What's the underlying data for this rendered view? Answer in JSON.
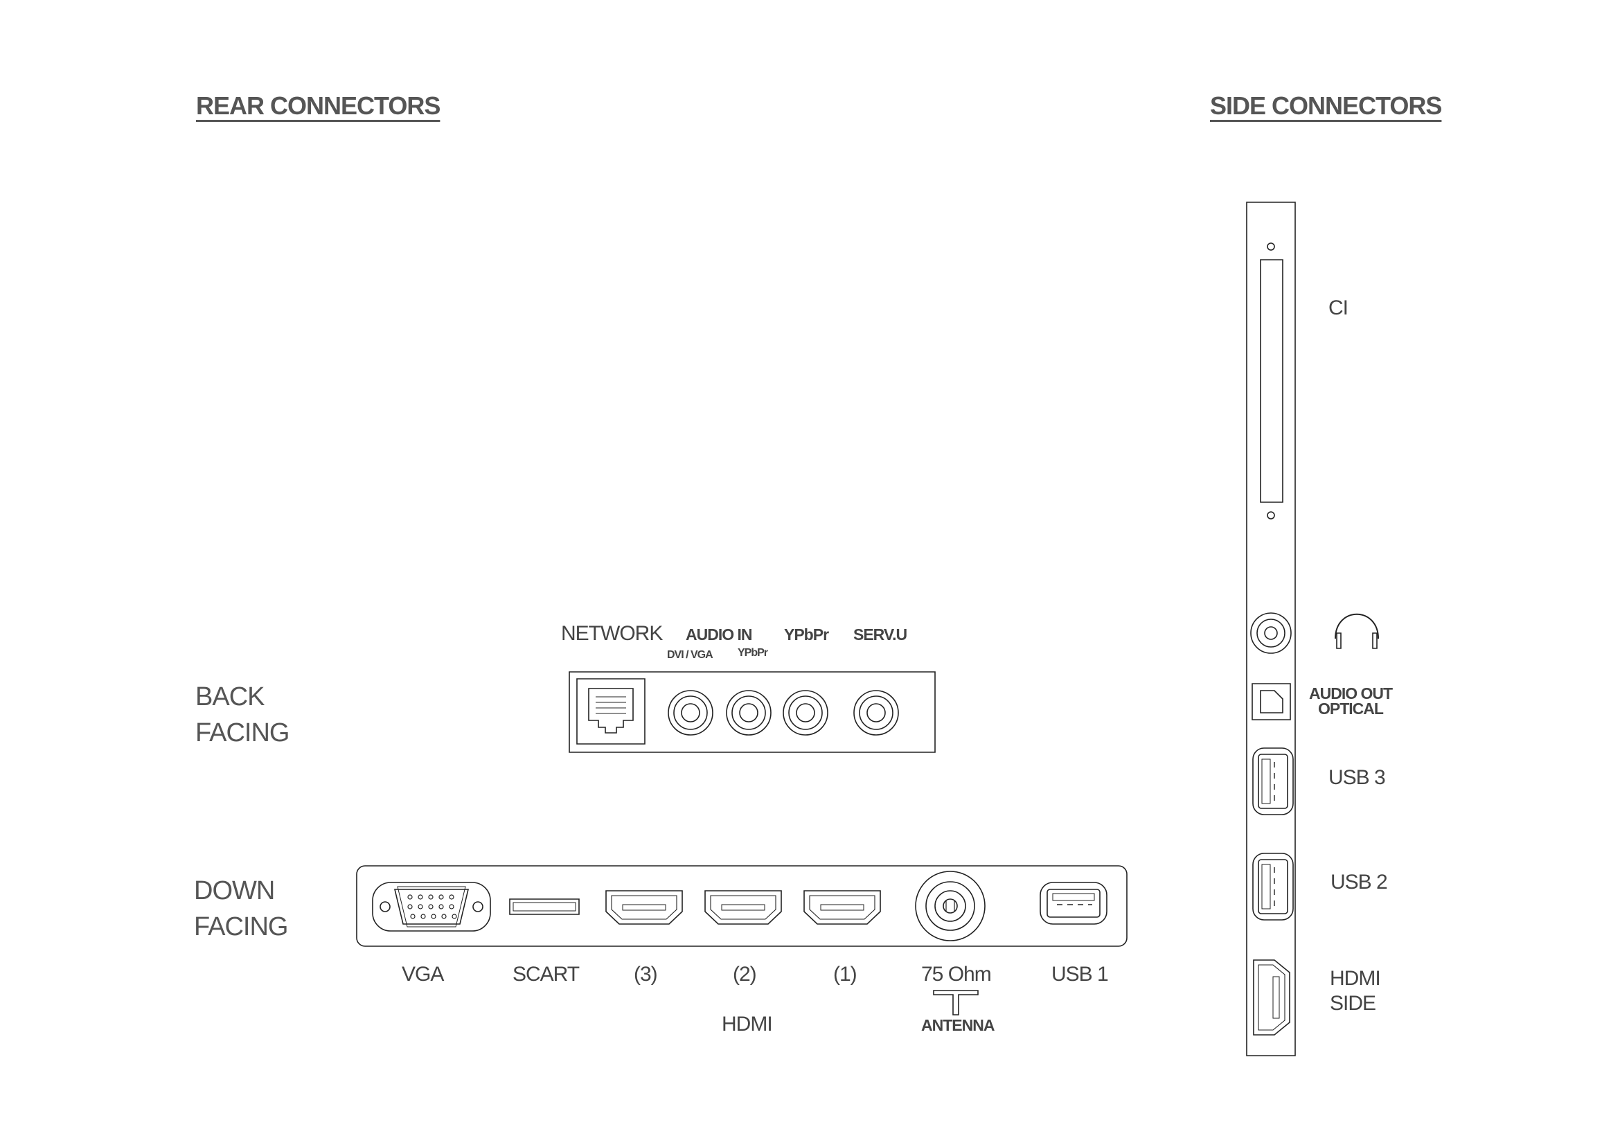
{
  "headings": {
    "rear": "REAR CONNECTORS",
    "side": "SIDE CONNECTORS"
  },
  "groups": {
    "back_facing": [
      "BACK",
      "FACING"
    ],
    "down_facing": [
      "DOWN",
      "FACING"
    ]
  },
  "back_panel": {
    "network": "NETWORK",
    "audio_in": "AUDIO IN",
    "audio_in_dvi_vga": "DVI / VGA",
    "audio_in_ypbpr": "YPbPr",
    "ypbpr": "YPbPr",
    "serv_u": "SERV.U"
  },
  "down_panel": {
    "vga": "VGA",
    "scart": "SCART",
    "hdmi3": "(3)",
    "hdmi2": "(2)",
    "hdmi1": "(1)",
    "hdmi_group": "HDMI",
    "ohm": "75 Ohm",
    "antenna": "ANTENNA",
    "usb1": "USB 1"
  },
  "side_panel": {
    "ci": "CI",
    "audio_out": "AUDIO OUT",
    "optical": "OPTICAL",
    "usb3": "USB 3",
    "usb2": "USB 2",
    "hdmi_side": [
      "HDMI",
      "SIDE"
    ]
  },
  "icons": {
    "headphone": "headphone-icon",
    "antenna": "antenna-icon",
    "ethernet": "ethernet-port-icon"
  },
  "colors": {
    "line": "#222222",
    "text": "#444444",
    "background": "#ffffff"
  }
}
